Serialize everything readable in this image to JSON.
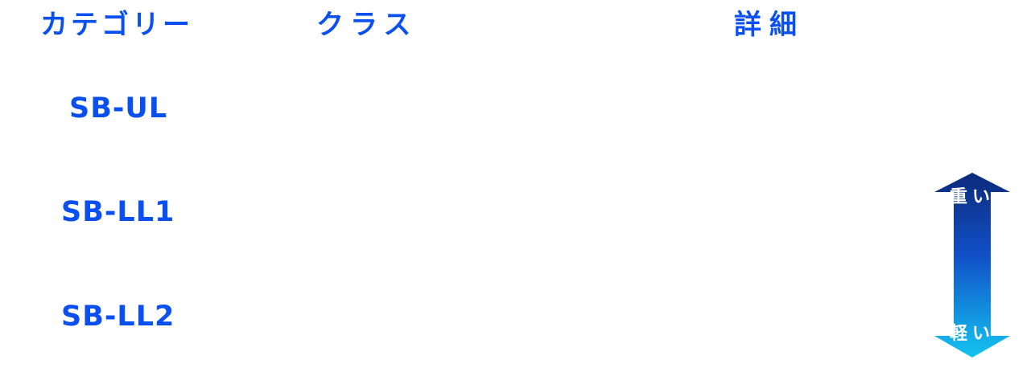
{
  "headers": {
    "category": "カテゴリー",
    "class": "クラス",
    "detail": "詳細"
  },
  "rows": [
    {
      "category": "SB-UL"
    },
    {
      "category": "SB-LL1"
    },
    {
      "category": "SB-LL2"
    }
  ],
  "scale": {
    "top_label": "重い",
    "bottom_label": "軽い"
  },
  "colors": {
    "text": "#0a4ff0",
    "arrow_top": "#0b2a7a",
    "arrow_bottom": "#14c4f0"
  }
}
